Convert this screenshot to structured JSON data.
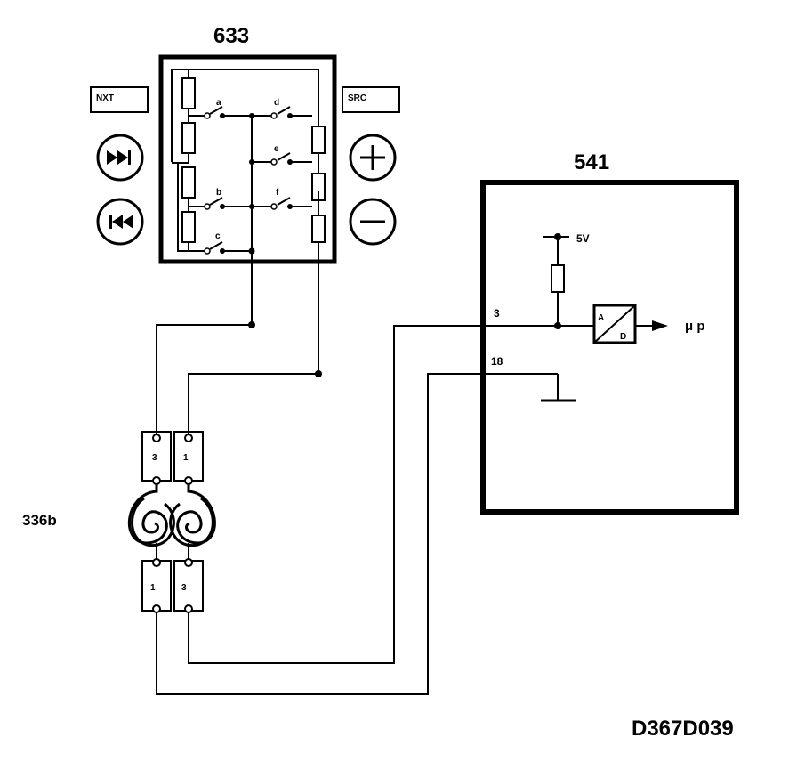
{
  "labels": {
    "switch_panel": "633",
    "control_unit": "541",
    "clock_spring": "336b",
    "drawing_code": "D367D039"
  },
  "buttons": {
    "next_tag": "NXT",
    "source_tag": "SRC"
  },
  "switch_contacts": [
    "a",
    "b",
    "c",
    "d",
    "e",
    "f"
  ],
  "control_unit_pins": {
    "pin_signal": "3",
    "pin_ground": "18"
  },
  "supply_voltage": "5V",
  "converter": {
    "input": "A",
    "output": "D",
    "target": "μ p"
  },
  "connector_top": {
    "left": "3",
    "right": "1"
  },
  "connector_bottom": {
    "left": "1",
    "right": "3"
  },
  "colors": {
    "ink": "#000000",
    "paper": "#ffffff"
  }
}
